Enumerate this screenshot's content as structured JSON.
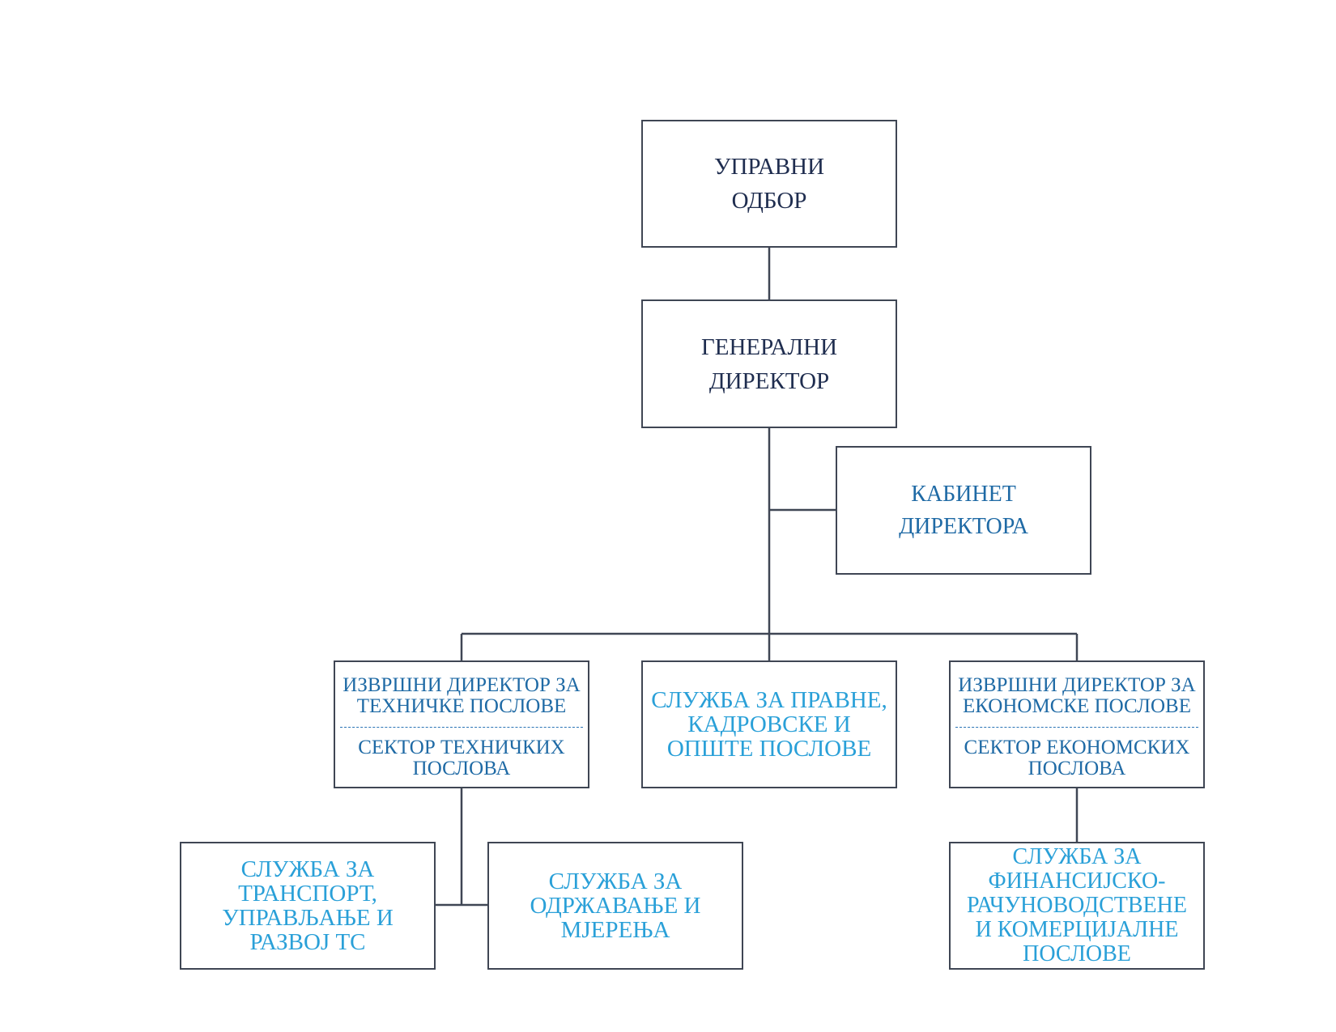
{
  "org_chart": {
    "board": {
      "lines": [
        "УПРАВНИ",
        "ОДБОР"
      ]
    },
    "general_director": {
      "lines": [
        "ГЕНЕРАЛНИ",
        "ДИРЕКТОР"
      ]
    },
    "cabinet": {
      "lines": [
        "КАБИНЕТ",
        "ДИРЕКТОРА"
      ]
    },
    "exec_technical": {
      "title_lines": [
        "ИЗВРШНИ ДИРЕКТОР ЗА",
        "ТЕХНИЧКЕ ПОСЛОВЕ"
      ],
      "sector_lines": [
        "СЕКТОР ТЕХНИЧКИХ",
        "ПОСЛОВА"
      ]
    },
    "legal_service": {
      "lines": [
        "СЛУЖБА ЗА ПРАВНЕ,",
        "КАДРОВСКЕ И",
        "ОПШТЕ ПОСЛОВЕ"
      ]
    },
    "exec_economic": {
      "title_lines": [
        "ИЗВРШНИ ДИРЕКТОР ЗА",
        "ЕКОНОМСКЕ ПОСЛОВЕ"
      ],
      "sector_lines": [
        "СЕКТОР ЕКОНОМСКИХ",
        "ПОСЛОВА"
      ]
    },
    "transport_service": {
      "lines": [
        "СЛУЖБА ЗА",
        "ТРАНСПОРТ,",
        "УПРАВЉАЊЕ И",
        "РАЗВОЈ ТС"
      ]
    },
    "maintenance_service": {
      "lines": [
        "СЛУЖБА ЗА",
        "ОДРЖАВАЊЕ И",
        "МЈЕРЕЊА"
      ]
    },
    "finance_service": {
      "lines": [
        "СЛУЖБА ЗА",
        "ФИНАНСИЈСКО-",
        "РАЧУНОВОДСТВЕНЕ",
        "И КОМЕРЦИЈАЛНЕ",
        "ПОСЛОВЕ"
      ]
    }
  },
  "colors": {
    "border": "#3f4654",
    "dark_text": "#1f2d4f",
    "mid_text": "#1f6aa5",
    "light_text": "#2aa0d8"
  }
}
